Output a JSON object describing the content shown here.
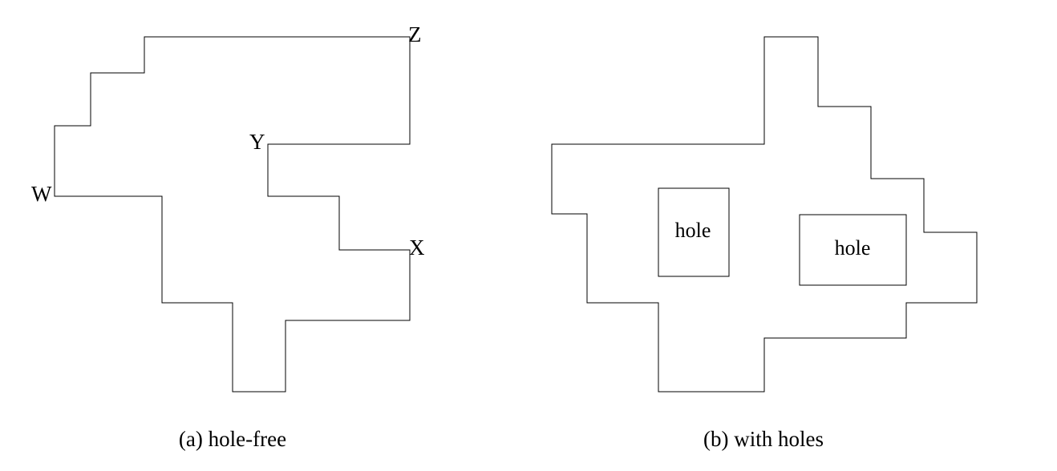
{
  "panel_a": {
    "caption": "(a) hole-free",
    "vertex_labels": {
      "w": "W",
      "x": "X",
      "y": "Y",
      "z": "Z"
    }
  },
  "panel_b": {
    "caption": "(b) with holes",
    "holes": [
      {
        "label": "hole"
      },
      {
        "label": "hole"
      }
    ]
  },
  "colors": {
    "stroke": "#000000",
    "background": "#ffffff"
  }
}
